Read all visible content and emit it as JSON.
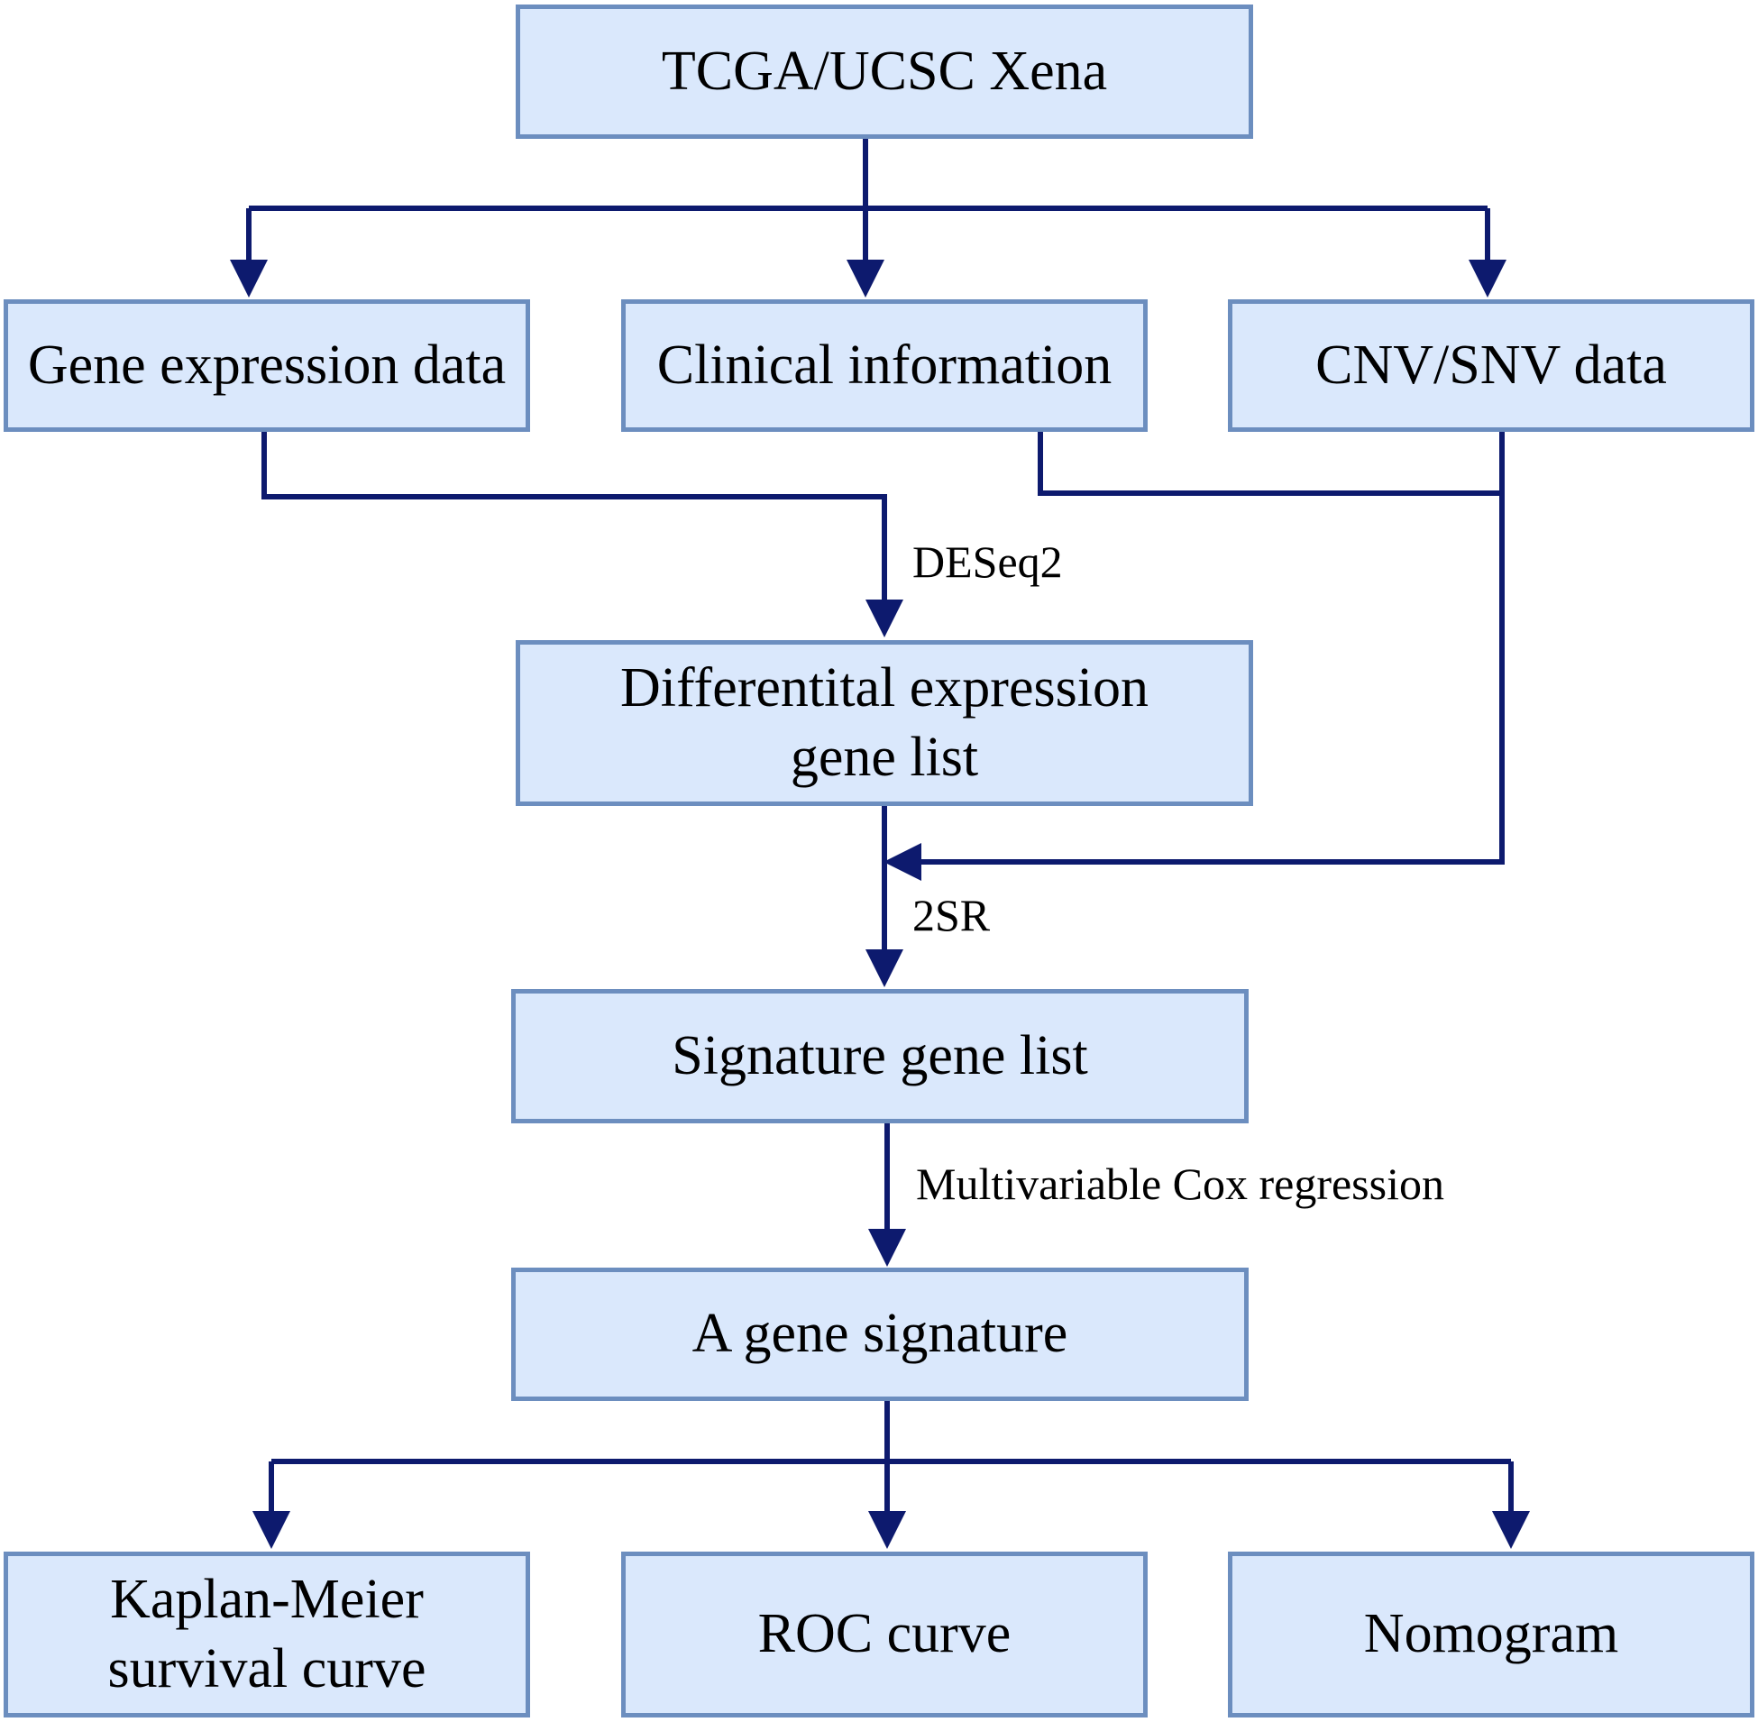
{
  "colors": {
    "box_fill": "#dae8fc",
    "box_border": "#6c8ebf",
    "arrow": "#0d1a6e",
    "text": "#000000"
  },
  "nodes": {
    "tcga": {
      "label": "TCGA/UCSC Xena"
    },
    "gene_expression": {
      "label": "Gene expression data"
    },
    "clinical": {
      "label": "Clinical information"
    },
    "cnv_snv": {
      "label": "CNV/SNV data"
    },
    "deg_list": {
      "lines": [
        "Differentital expression",
        "gene list"
      ]
    },
    "signature_list": {
      "label": "Signature gene list"
    },
    "gene_signature": {
      "label": "A gene signature"
    },
    "km": {
      "lines": [
        "Kaplan-Meier",
        "survival curve"
      ]
    },
    "roc": {
      "label": "ROC curve"
    },
    "nomogram": {
      "label": "Nomogram"
    }
  },
  "edge_labels": {
    "deseq2": "DESeq2",
    "two_sr": "2SR",
    "cox": "Multivariable Cox regression"
  }
}
